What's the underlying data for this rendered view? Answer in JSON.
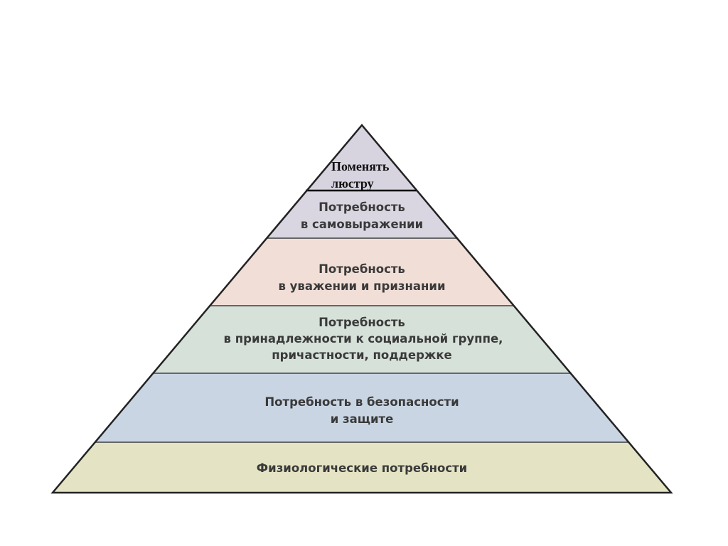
{
  "pyramid": {
    "levels": [
      {
        "lines": [
          "Поменять",
          "люстру"
        ],
        "color": "#d7d3df"
      },
      {
        "lines": [
          "Потребность",
          "в самовыражении"
        ],
        "color": "#d9d6e1"
      },
      {
        "lines": [
          "Потребность",
          "в уважении и признании"
        ],
        "color": "#f1ded6"
      },
      {
        "lines": [
          "Потребность",
          "в принадлежности к социальной группе,",
          "причастности, поддержке"
        ],
        "color": "#d6e1d9"
      },
      {
        "lines": [
          "Потребность в безопасности",
          "и защите"
        ],
        "color": "#c9d5e3"
      },
      {
        "lines": [
          "Физиологические потребности"
        ],
        "color": "#e4e4c5"
      }
    ]
  }
}
